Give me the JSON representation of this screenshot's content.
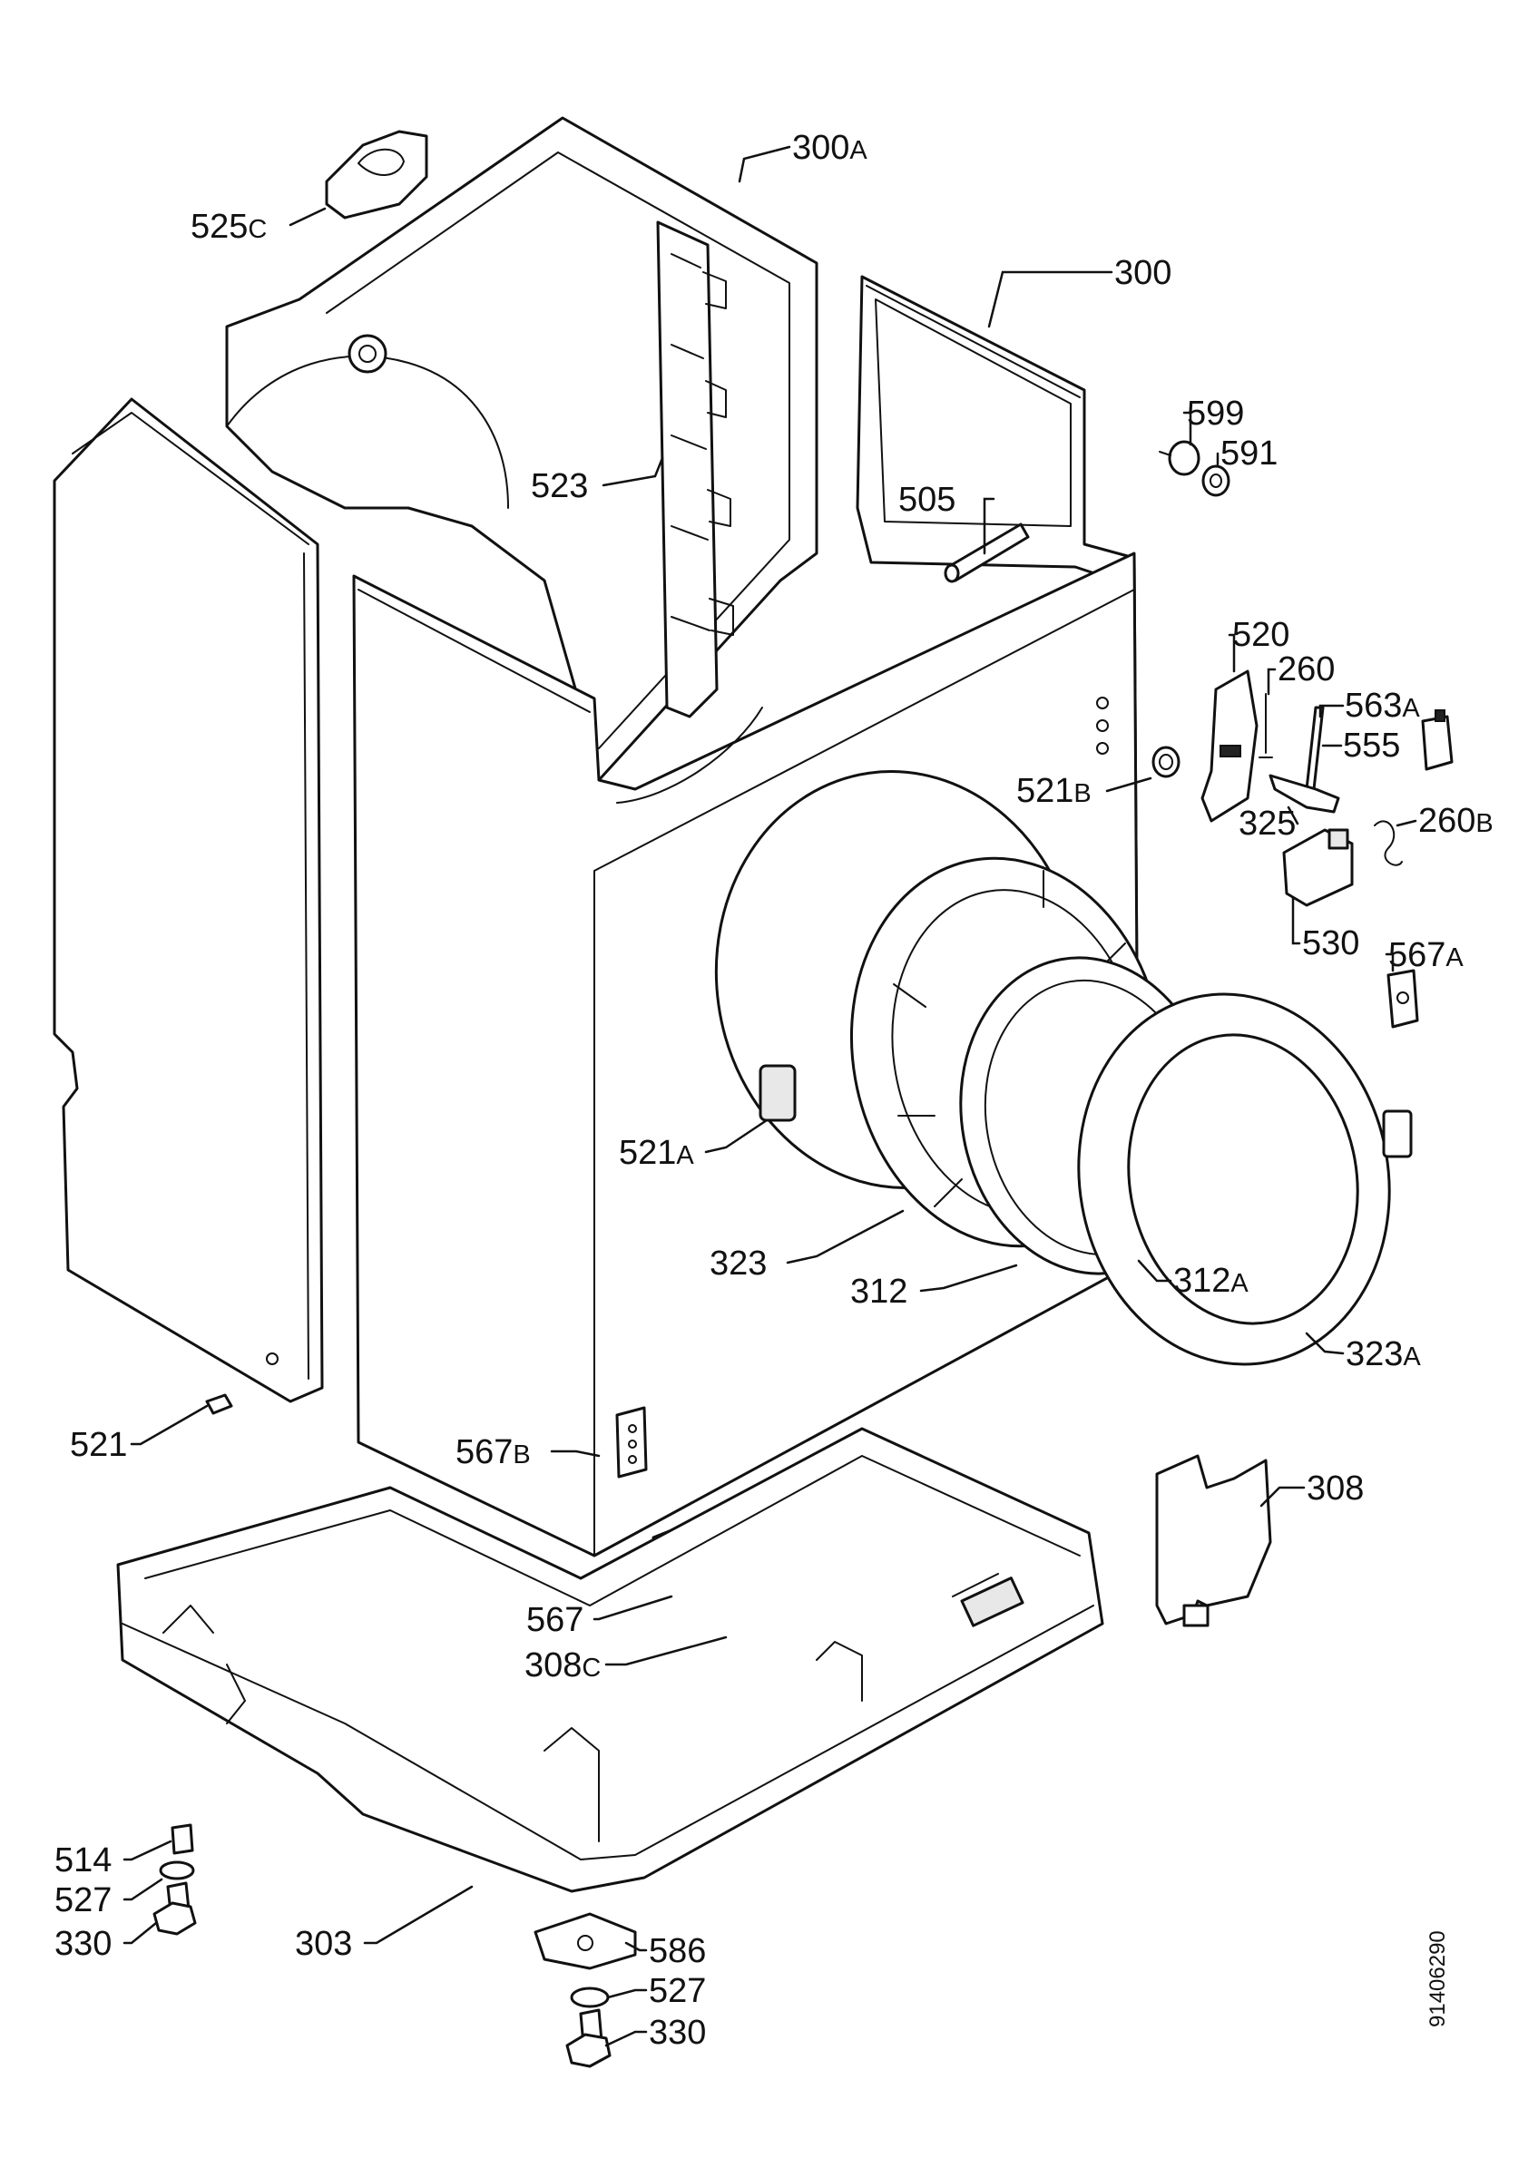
{
  "callouts": [
    {
      "id": "c300a",
      "num": "300",
      "suffix": "A"
    },
    {
      "id": "c300",
      "num": "300",
      "suffix": ""
    },
    {
      "id": "c525c",
      "num": "525",
      "suffix": "C"
    },
    {
      "id": "c523",
      "num": "523",
      "suffix": ""
    },
    {
      "id": "c599",
      "num": "599",
      "suffix": ""
    },
    {
      "id": "c591",
      "num": "591",
      "suffix": ""
    },
    {
      "id": "c505",
      "num": "505",
      "suffix": ""
    },
    {
      "id": "c520",
      "num": "520",
      "suffix": ""
    },
    {
      "id": "c260",
      "num": "260",
      "suffix": ""
    },
    {
      "id": "c563a",
      "num": "563",
      "suffix": "A"
    },
    {
      "id": "c555",
      "num": "555",
      "suffix": ""
    },
    {
      "id": "c521b",
      "num": "521",
      "suffix": "B"
    },
    {
      "id": "c325",
      "num": "325",
      "suffix": ""
    },
    {
      "id": "c260b",
      "num": "260",
      "suffix": "B"
    },
    {
      "id": "c530",
      "num": "530",
      "suffix": ""
    },
    {
      "id": "c567a",
      "num": "567",
      "suffix": "A"
    },
    {
      "id": "c521a",
      "num": "521",
      "suffix": "A"
    },
    {
      "id": "c323",
      "num": "323",
      "suffix": ""
    },
    {
      "id": "c312",
      "num": "312",
      "suffix": ""
    },
    {
      "id": "c312a",
      "num": "312",
      "suffix": "A"
    },
    {
      "id": "c323a",
      "num": "323",
      "suffix": "A"
    },
    {
      "id": "c521",
      "num": "521",
      "suffix": ""
    },
    {
      "id": "c567b",
      "num": "567",
      "suffix": "B"
    },
    {
      "id": "c308",
      "num": "308",
      "suffix": ""
    },
    {
      "id": "c567",
      "num": "567",
      "suffix": ""
    },
    {
      "id": "c308c",
      "num": "308",
      "suffix": "C"
    },
    {
      "id": "c514",
      "num": "514",
      "suffix": ""
    },
    {
      "id": "c527l",
      "num": "527",
      "suffix": ""
    },
    {
      "id": "c330l",
      "num": "330",
      "suffix": ""
    },
    {
      "id": "c303",
      "num": "303",
      "suffix": ""
    },
    {
      "id": "c586",
      "num": "586",
      "suffix": ""
    },
    {
      "id": "c527r",
      "num": "527",
      "suffix": ""
    },
    {
      "id": "c330r",
      "num": "330",
      "suffix": ""
    }
  ],
  "document_number": "91406290"
}
